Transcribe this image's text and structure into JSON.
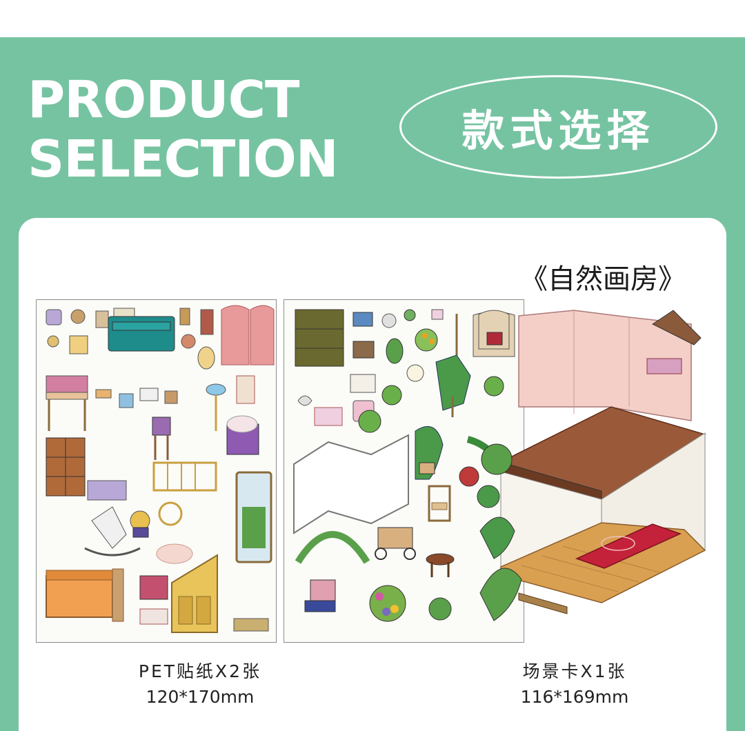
{
  "header": {
    "title_en_line1": "PRODUCT",
    "title_en_line2": "SELECTION",
    "title_cn": "款式选择"
  },
  "variant": {
    "title": "《自然画房》"
  },
  "products": [
    {
      "label": "PET贴纸X2张",
      "size": "120*170mm"
    },
    {
      "label": "场景卡X1张",
      "size": "116*169mm"
    }
  ],
  "colors": {
    "band": "#76c3a2",
    "card": "#ffffff",
    "text": "#222222"
  }
}
